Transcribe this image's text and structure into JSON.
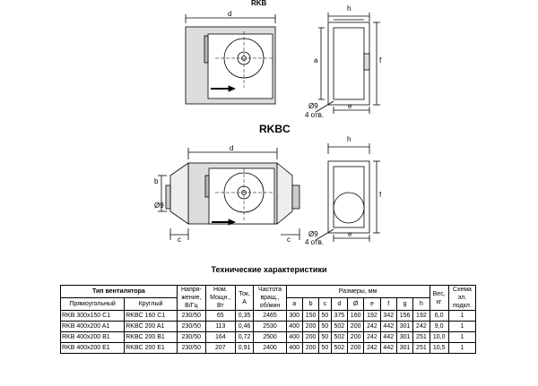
{
  "top_label": "RKB",
  "section_title": "RKBC",
  "table_title": "Технические характеристики",
  "dims": {
    "d": "d",
    "h": "h",
    "a": "a",
    "f": "f",
    "e": "e",
    "b": "b",
    "c": "c",
    "phi": "Ø9",
    "holes": "4 отв."
  },
  "table": {
    "type_header": "Тип вентилятора",
    "voltage_header": "Напря-\nжение,\nВ/Гц",
    "power_header": "Ном.\nМощн.,\nВт",
    "current_header": "Ток,\nА",
    "speed_header": "Частота\nвращ.,\nоб/мин",
    "dims_header": "Размеры, мм",
    "weight_header": "Вес,\nкг",
    "scheme_header": "Схема\nэл.\nподкл.",
    "rect_header": "Прямоугольный",
    "round_header": "Круглый",
    "dim_cols": [
      "a",
      "b",
      "c",
      "d",
      "Ø",
      "e",
      "f",
      "g",
      "h"
    ],
    "rows": [
      [
        "RKB 300x150 C1",
        "RKBC 160 C1",
        "230/50",
        "65",
        "0,35",
        "2465",
        "300",
        "150",
        "50",
        "375",
        "160",
        "192",
        "342",
        "156",
        "192",
        "6,0",
        "1"
      ],
      [
        "RKB 400x200 A1",
        "RKBC 200 A1",
        "230/50",
        "113",
        "0,46",
        "2530",
        "400",
        "200",
        "50",
        "502",
        "200",
        "242",
        "442",
        "301",
        "242",
        "9,0",
        "1"
      ],
      [
        "RKB 400x200 B1",
        "RKBC 200 B1",
        "230/50",
        "164",
        "0,72",
        "2500",
        "400",
        "200",
        "50",
        "502",
        "200",
        "242",
        "442",
        "301",
        "251",
        "10,0",
        "1"
      ],
      [
        "RKB 400x200 E1",
        "RKBC 200 E1",
        "230/50",
        "207",
        "0,91",
        "2400",
        "400",
        "200",
        "50",
        "502",
        "200",
        "242",
        "442",
        "301",
        "251",
        "10,5",
        "1"
      ]
    ]
  }
}
